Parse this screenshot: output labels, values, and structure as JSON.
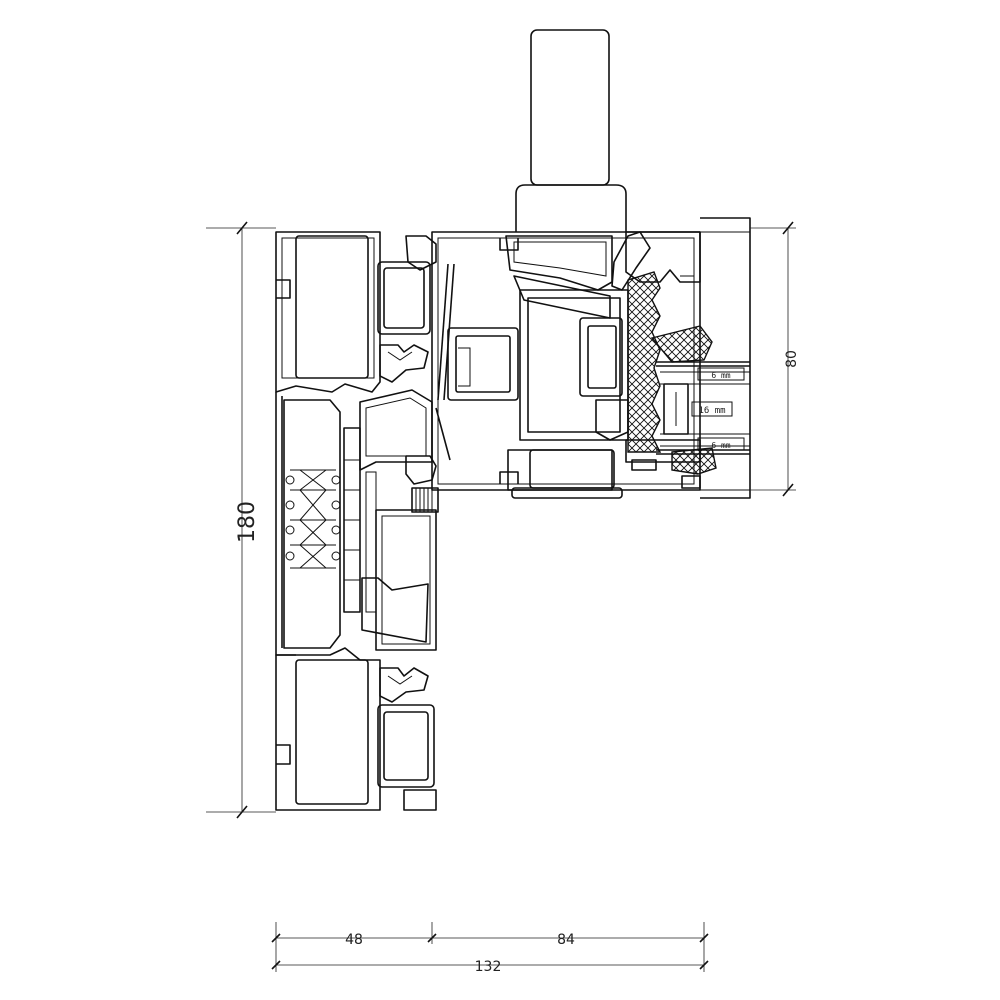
{
  "dimensions": {
    "height_total": "180",
    "glass_zone": "80",
    "width_left": "48",
    "width_right": "84",
    "width_total": "132"
  },
  "glazing": {
    "pane_outer": "6 mm",
    "cavity": "16 mm",
    "pane_inner": "6 mm"
  },
  "colors": {
    "line": "#111111",
    "background": "#ffffff"
  }
}
